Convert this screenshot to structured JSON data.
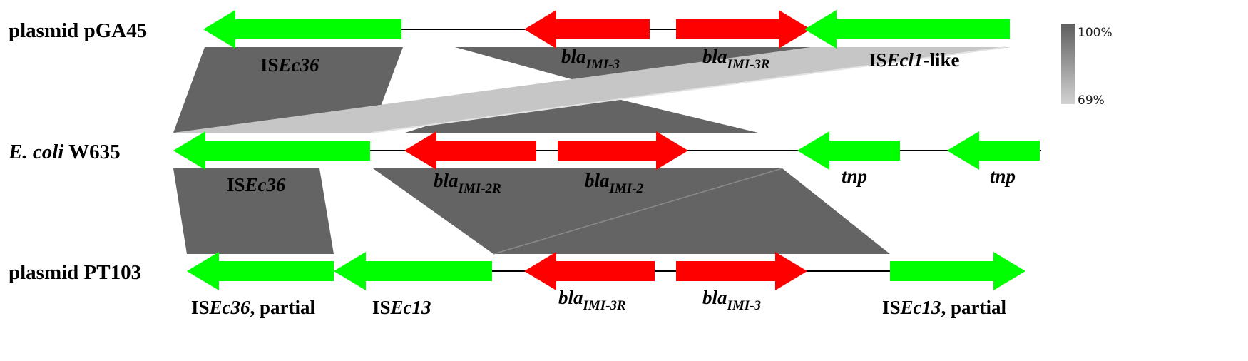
{
  "colors": {
    "is_element": "#00ff00",
    "bla_gene": "#ff0000",
    "backbone": "#000000",
    "identity_high": "#646464",
    "identity_low": "#c8c8c8"
  },
  "tracks": [
    {
      "id": "pGA45",
      "label_plain": "plasmid pGA45",
      "label_italic": ""
    },
    {
      "id": "W635",
      "label_italic": "E. coli",
      "label_plain": " W635"
    },
    {
      "id": "PT103",
      "label_plain": "plasmid PT103",
      "label_italic": ""
    }
  ],
  "gene_labels": {
    "pGA45": {
      "isec36": {
        "pre": "IS",
        "it": "Ec36",
        "post": ""
      },
      "imi3": {
        "it": "bla",
        "sub": "IMI-3"
      },
      "imi3r": {
        "it": "bla",
        "sub": "IMI-3R"
      },
      "isecl1": {
        "pre": "IS",
        "it": "Ecl1",
        "post": "-like"
      }
    },
    "W635": {
      "isec36": {
        "pre": "IS",
        "it": "Ec36",
        "post": ""
      },
      "imi2r": {
        "it": "bla",
        "sub": "IMI-2R"
      },
      "imi2": {
        "it": "bla",
        "sub": "IMI-2"
      },
      "tnp1": {
        "it": "tnp"
      },
      "tnp2": {
        "it": "tnp"
      }
    },
    "PT103": {
      "isec36p": {
        "pre": "IS",
        "it": "Ec36",
        "post": ", partial"
      },
      "isec13": {
        "pre": "IS",
        "it": "Ec13",
        "post": ""
      },
      "imi3r": {
        "it": "bla",
        "sub": "IMI-3R"
      },
      "imi3": {
        "it": "bla",
        "sub": "IMI-3"
      },
      "isec13p": {
        "pre": "IS",
        "it": "Ec13",
        "post": ", partial"
      }
    }
  },
  "identity_scale": {
    "max_label": "100%",
    "min_label": "69%"
  }
}
